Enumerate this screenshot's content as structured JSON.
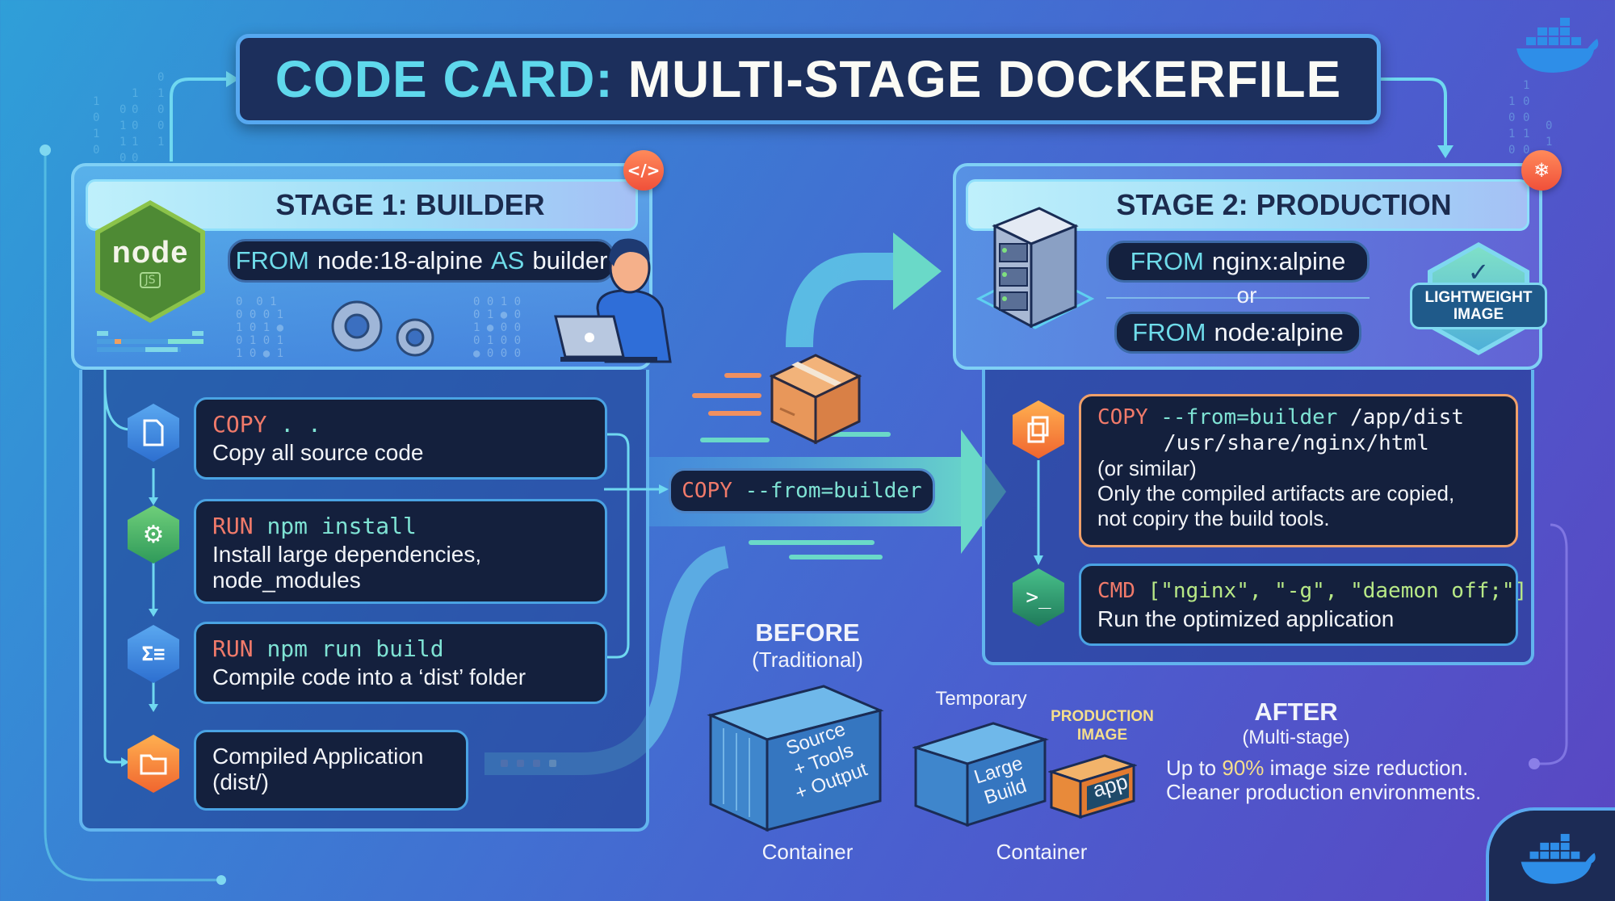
{
  "title": {
    "accent": "CODE CARD:",
    "main": "MULTI-STAGE DOCKERFILE"
  },
  "stage1": {
    "header": "STAGE 1: BUILDER",
    "corner_icon": "code-icon",
    "corner_glyph": "</>",
    "logo": "nodejs-logo",
    "from": {
      "keyword": "FROM",
      "image": "node:18-alpine",
      "as_keyword": "AS",
      "alias": "builder"
    },
    "steps": [
      {
        "icon": "file-icon",
        "cmd": "COPY",
        "args": ". .",
        "desc": [
          "Copy all source code"
        ]
      },
      {
        "icon": "gear-icon",
        "cmd": "RUN",
        "args": "npm install",
        "desc": [
          "Install large dependencies,",
          "node_modules"
        ]
      },
      {
        "icon": "terminal-build-icon",
        "cmd": "RUN",
        "args": "npm run build",
        "desc": [
          "Compile code into a ‘dist’ folder"
        ]
      },
      {
        "icon": "folder-icon",
        "cmd": "",
        "args": "",
        "desc": [
          "Compiled Application",
          "(dist/)"
        ]
      }
    ]
  },
  "transfer": {
    "cmd": "COPY",
    "args": "--from=builder",
    "icon": "package-box-icon"
  },
  "stage2": {
    "header": "STAGE 2: PRODUCTION",
    "corner_icon": "snowflake-icon",
    "corner_glyph": "❄",
    "server_icon": "server-icon",
    "from_options": [
      {
        "keyword": "FROM",
        "image": "nginx:alpine"
      },
      {
        "keyword": "FROM",
        "image": "node:alpine"
      }
    ],
    "or_label": "or",
    "badge": {
      "line1": "LIGHTWEIGHT",
      "line2": "IMAGE"
    },
    "steps": [
      {
        "icon": "copy-files-icon",
        "cmd": "COPY",
        "flag": "--from=builder",
        "args_line1": "/app/dist",
        "args_line2": "/usr/share/nginx/html",
        "desc": [
          "(or similar)",
          "Only the compiled artifacts are copied,",
          "not copiry the build tools."
        ]
      },
      {
        "icon": "terminal-icon",
        "cmd": "CMD",
        "args": "[\"nginx\", \"-g\", \"daemon off;\"]",
        "desc": [
          "Run the optimized application"
        ]
      }
    ]
  },
  "comparison": {
    "before": {
      "title": "BEFORE",
      "subtitle": "(Traditional)",
      "container_label": [
        "Source",
        "+ Tools",
        "+ Output"
      ],
      "caption": "Container"
    },
    "temporary": {
      "label": "Temporary",
      "container_label": [
        "Large",
        "Build"
      ],
      "caption": "Container"
    },
    "production": {
      "label": [
        "PRODUCTION",
        "IMAGE"
      ],
      "container_label": "app"
    },
    "after": {
      "title": "AFTER",
      "subtitle": "(Multi-stage)",
      "line1_prefix": "Up to ",
      "line1_highlight": "90%",
      "line1_suffix": " image size reduction.",
      "line2": "Cleaner production environments."
    }
  },
  "colors": {
    "accent_cyan": "#5fd8ec",
    "cmd_red": "#f07a6a",
    "cmd_teal": "#7fe3d4",
    "highlight_yellow": "#f6df8c",
    "panel_dark": "#14203d"
  }
}
